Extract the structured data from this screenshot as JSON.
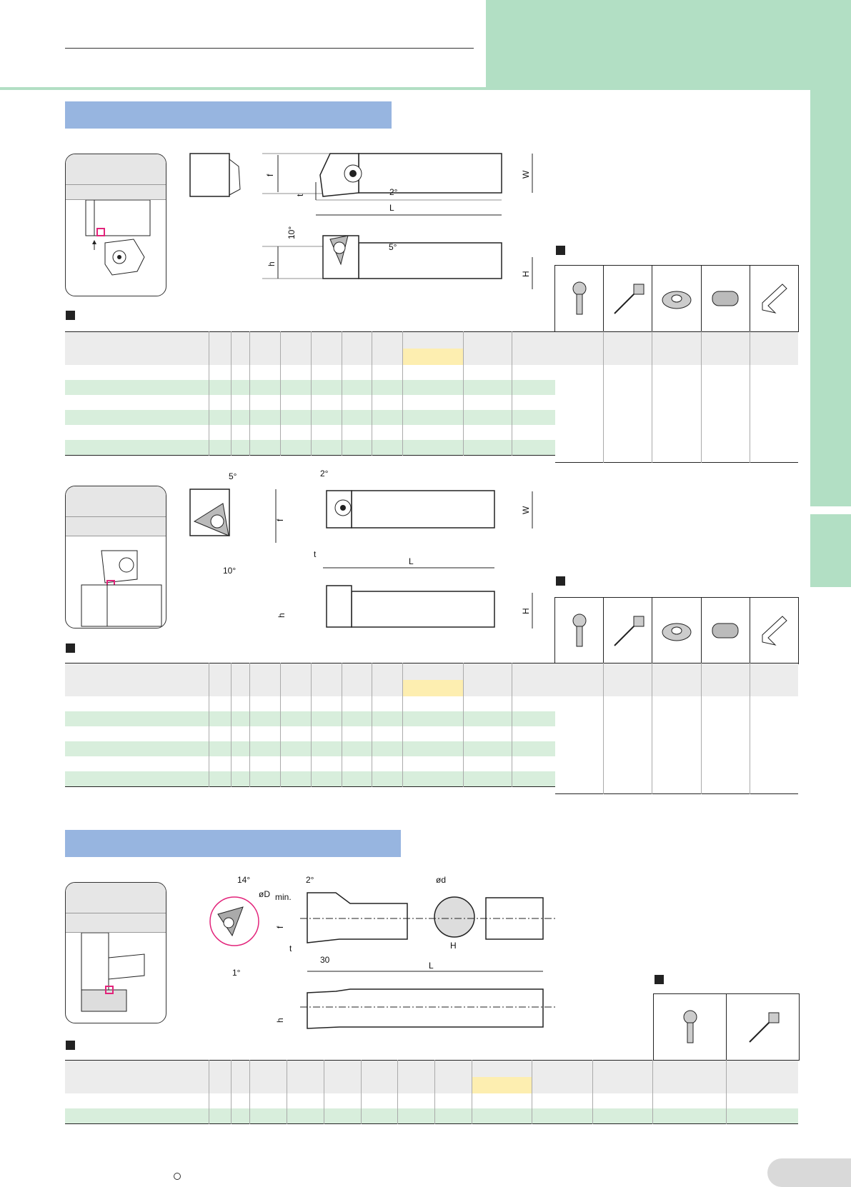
{
  "section1": {
    "drawing_labels": {
      "f": "f",
      "t": "t",
      "W": "W",
      "L": "L",
      "h": "h",
      "H": "H",
      "angle_2": "2°",
      "angle_5": "5°",
      "angle_10": "10°"
    }
  },
  "section2": {
    "drawing_labels": {
      "f": "f",
      "t": "t",
      "W": "W",
      "L": "L",
      "h": "h",
      "H": "H",
      "angle_2": "2°",
      "angle_5": "5°",
      "angle_10": "10°"
    }
  },
  "section3": {
    "drawing_labels": {
      "angle_14": "14°",
      "angle_2": "2°",
      "angle_1": "1°",
      "dmin": "øD",
      "dmin_sub": "min.",
      "d": "ød",
      "f": "f",
      "t": "t",
      "H": "H",
      "h": "h",
      "L": "L",
      "len_30": "30"
    }
  },
  "parts_icons": [
    "clamp-screw-icon",
    "wrench-icon",
    "clamp-icon",
    "set-screw-icon",
    "hex-key-icon"
  ],
  "colors": {
    "band": "#97b5e0",
    "green": "#b2dfc4",
    "row_green": "#d8eedc",
    "highlight": "#fdeeb0",
    "marker": "#e2237a"
  }
}
